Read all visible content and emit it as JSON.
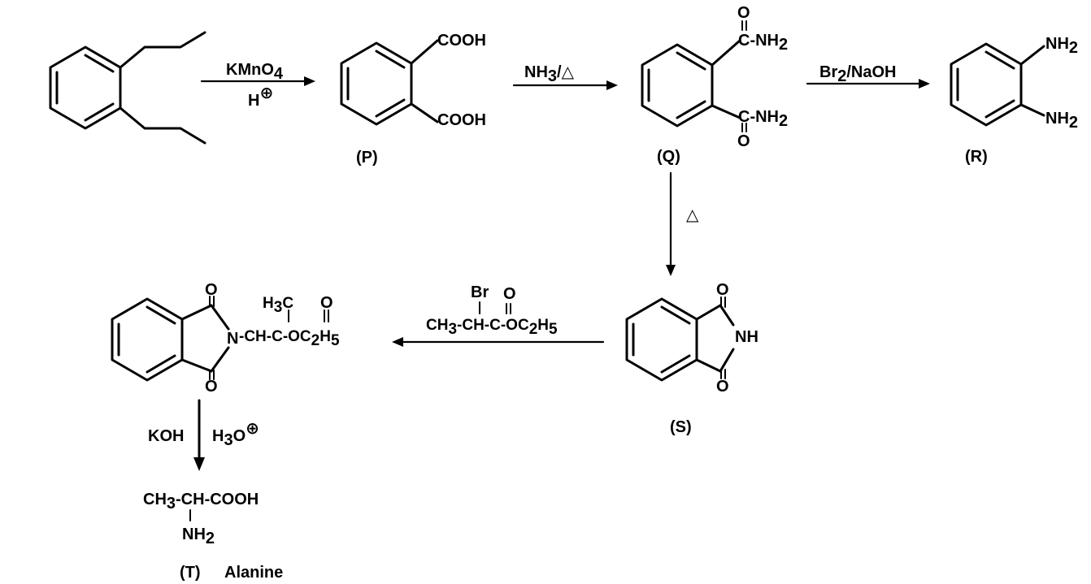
{
  "reagents": {
    "step1_top": "KMnO",
    "step1_top_sub": "4",
    "step1_bottom": "H",
    "step1_bottom_sup": "⊕",
    "step2_a": "NH",
    "step2_sub": "3",
    "step2_b": "/△",
    "step3_a": "Br",
    "step3_sub": "2",
    "step3_b": "/NaOH",
    "step4": "△",
    "step5_br": "Br",
    "step5_o": "O",
    "step5_chain_a": "CH",
    "step5_chain_sub1": "3",
    "step5_chain_b": "-CH-C-OC",
    "step5_chain_sub2": "2",
    "step5_chain_c": "H",
    "step5_chain_sub3": "5",
    "step6_left": "KOH",
    "step6_right": "H",
    "step6_right_sub": "3",
    "step6_right_b": "O",
    "step6_right_sup": "⊕"
  },
  "compounds": {
    "P": {
      "label": "(P)",
      "cooh_top": "COOH",
      "cooh_bottom": "COOH"
    },
    "Q": {
      "label": "(Q)",
      "amide_top_a": "C-NH",
      "amide_top_sub": "2",
      "amide_bottom_a": "C-NH",
      "amide_bottom_sub": "2",
      "oxygen": "O"
    },
    "R": {
      "label": "(R)",
      "nh2_top": "NH",
      "nh2_top_sub": "2",
      "nh2_bottom": "NH",
      "nh2_bottom_sub": "2"
    },
    "S": {
      "label": "(S)",
      "oxygen": "O",
      "nh": "NH"
    },
    "N_ester": {
      "oxygen": "O",
      "n": "N",
      "h3c_a": "H",
      "h3c_sub": "3",
      "h3c_b": "C",
      "chain_a": "-CH-C-OC",
      "chain_sub1": "2",
      "chain_b": "H",
      "chain_sub2": "5"
    },
    "T": {
      "label": "(T)",
      "name": "Alanine",
      "chain_a": "CH",
      "chain_sub1": "3",
      "chain_b": "-CH-COOH",
      "nh2": "NH",
      "nh2_sub": "2"
    }
  }
}
